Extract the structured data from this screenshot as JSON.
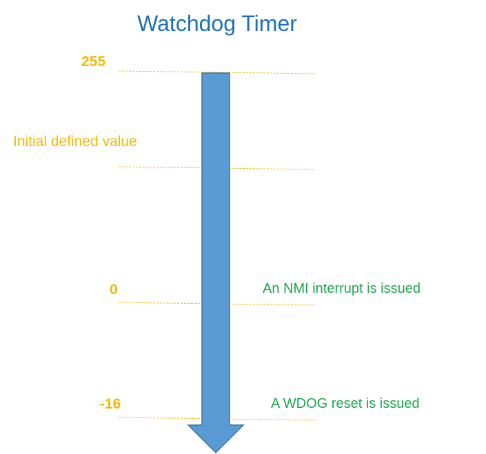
{
  "title": "Watchdog Timer",
  "colors": {
    "title": "#1f6fb8",
    "value_label": "#f5b800",
    "event_label": "#1aa84d",
    "arrow_fill": "#5b9bd5",
    "arrow_stroke": "#41719c",
    "marker_line": "#f5b800"
  },
  "levels": [
    {
      "value_label": "255",
      "description": "",
      "event": ""
    },
    {
      "value_label": "",
      "description": "Initial defined value",
      "event": ""
    },
    {
      "value_label": "0",
      "description": "",
      "event": "An NMI interrupt is issued"
    },
    {
      "value_label": "-16",
      "description": "",
      "event": "A WDOG reset is issued"
    }
  ],
  "arrow": {
    "direction": "down",
    "icon": "down-arrow-icon"
  }
}
